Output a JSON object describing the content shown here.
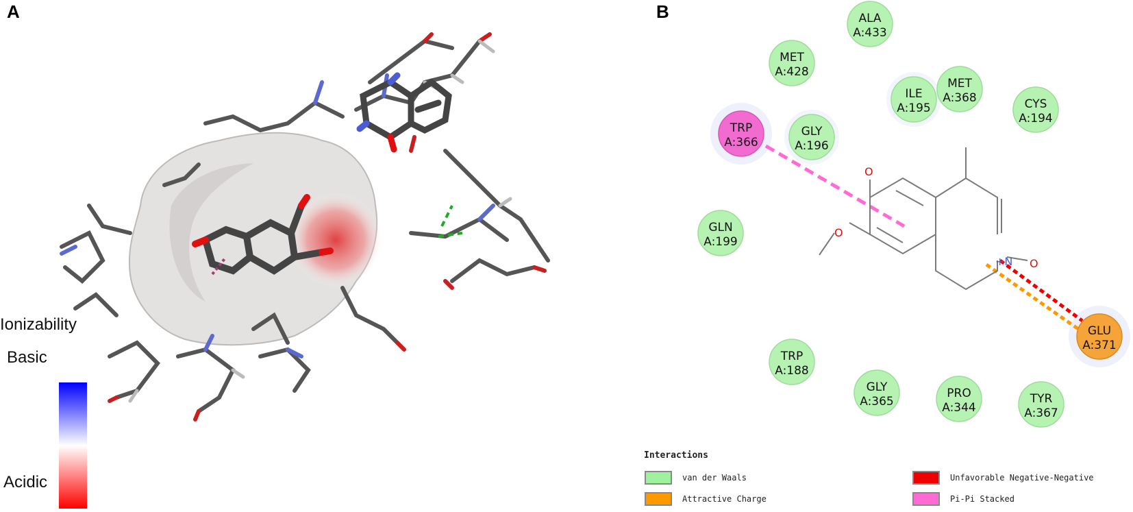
{
  "panel_a": {
    "letter": "A",
    "scale_title": "Ionizability",
    "scale_top": "Basic",
    "scale_bottom": "Acidic"
  },
  "panel_b": {
    "letter": "B",
    "residues": [
      {
        "name": "ALA",
        "id": "A:433",
        "type": "van der Waals"
      },
      {
        "name": "MET",
        "id": "A:428",
        "type": "van der Waals"
      },
      {
        "name": "ILE",
        "id": "A:195",
        "type": "van der Waals"
      },
      {
        "name": "MET",
        "id": "A:368",
        "type": "van der Waals"
      },
      {
        "name": "CYS",
        "id": "A:194",
        "type": "van der Waals"
      },
      {
        "name": "TRP",
        "id": "A:366",
        "type": "Pi-Pi Stacked"
      },
      {
        "name": "GLY",
        "id": "A:196",
        "type": "van der Waals"
      },
      {
        "name": "GLN",
        "id": "A:199",
        "type": "van der Waals"
      },
      {
        "name": "GLU",
        "id": "A:371",
        "type": "Attractive Charge"
      },
      {
        "name": "TRP",
        "id": "A:188",
        "type": "van der Waals"
      },
      {
        "name": "GLY",
        "id": "A:365",
        "type": "van der Waals"
      },
      {
        "name": "PRO",
        "id": "A:344",
        "type": "van der Waals"
      },
      {
        "name": "TYR",
        "id": "A:367",
        "type": "van der Waals"
      }
    ],
    "ligand_atoms": {
      "oxygen": "O",
      "nitrogen": "+N"
    },
    "legend": {
      "title": "Interactions",
      "items": [
        {
          "label": "van der Waals",
          "color": "#9ef29e"
        },
        {
          "label": "Attractive Charge",
          "color": "#ff9900"
        },
        {
          "label": "Unfavorable Negative-Negative",
          "color": "#ee0000"
        },
        {
          "label": "Pi-Pi Stacked",
          "color": "#ff6ad5"
        }
      ]
    }
  },
  "colors": {
    "vdw_fill": "#b6f2b2",
    "pi_fill": "#f26bd0",
    "charge_fill": "#f5a43a",
    "oxygen": "#e01010",
    "nitrogen": "#4a5cd6",
    "carbon": "#5a5a5a"
  }
}
